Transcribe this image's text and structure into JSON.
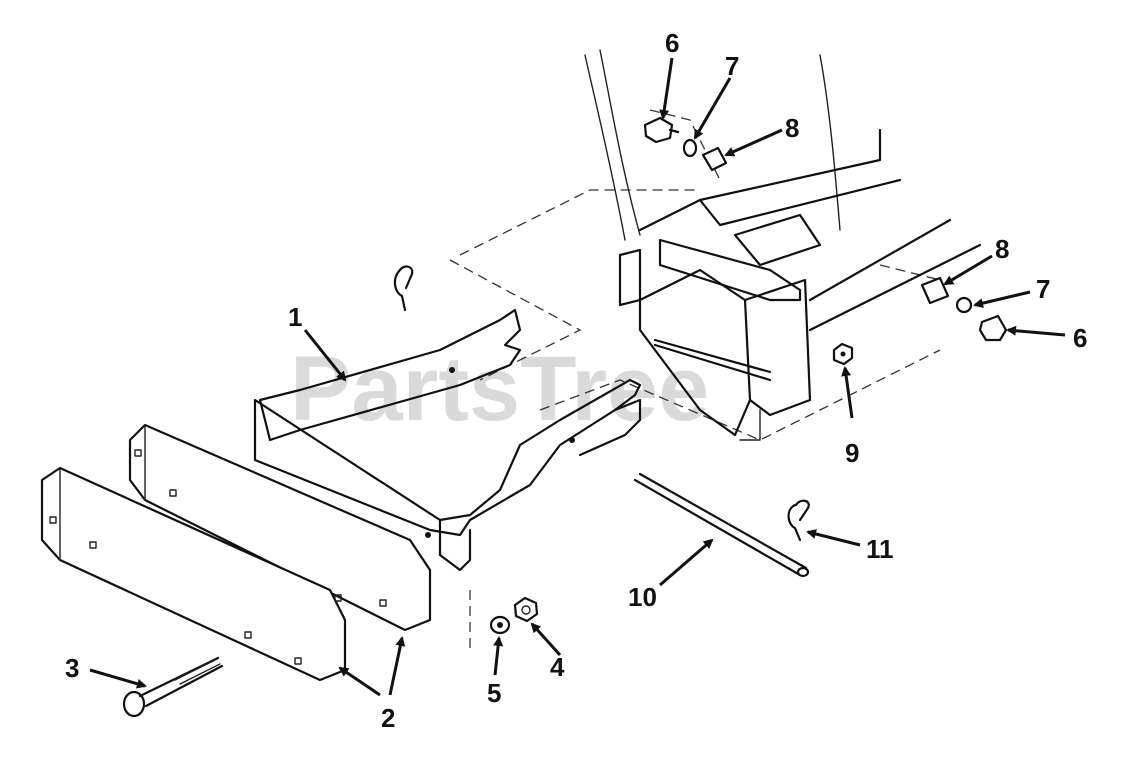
{
  "watermark": "PartsTree",
  "callouts": {
    "c1": "1",
    "c2": "2",
    "c3": "3",
    "c4": "4",
    "c5": "5",
    "c6a": "6",
    "c7a": "7",
    "c8a": "8",
    "c8b": "8",
    "c7b": "7",
    "c6b": "6",
    "c9": "9",
    "c10": "10",
    "c11": "11"
  }
}
